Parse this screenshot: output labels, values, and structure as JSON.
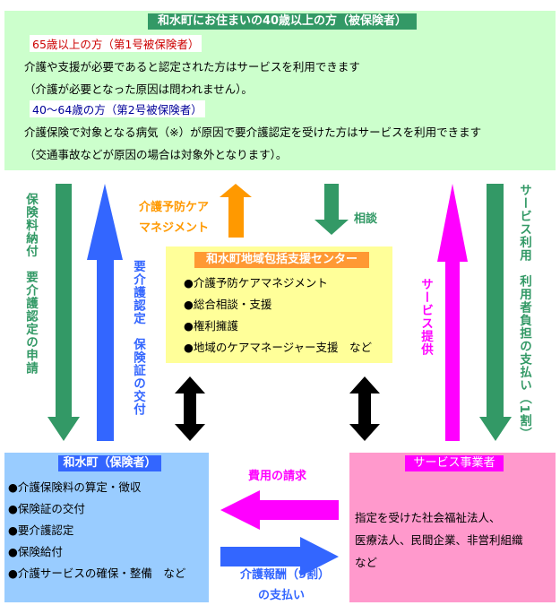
{
  "insured": {
    "title": "和水町にお住まいの40歳以上の方（被保険者）",
    "group1_heading": "65歳以上の方（第1号被保険者）",
    "group1_lines": [
      "介護や支援が必要であると認定された方はサービスを利用できます",
      "（介護が必要となった原因は問われません）。"
    ],
    "group2_heading": "40～64歳の方（第2号被保険者）",
    "group2_lines": [
      "介護保険で対象となる病気（※）が原因で要介護認定を受けた方はサービスを利用できます",
      "（交通事故などが原因の場合は対象外となります）。"
    ]
  },
  "flows": {
    "left_green": "保険料納付　要介護認定の申請",
    "left_blue": "要介護認定　保険証の交付",
    "orange_line1": "介護予防ケア",
    "orange_line2": "マネジメント",
    "consult": "相談",
    "service_provide": "サービス提供",
    "right_green": "サービス利用　利用者負担の支払い（1割）",
    "billing": "費用の請求",
    "payment_line1": "介護報酬（9割）",
    "payment_line2": "の支払い"
  },
  "center": {
    "title": "和水町地域包括支援センター",
    "items": [
      "●介護予防ケアマネジメント",
      "●総合相談・支援",
      "●権利擁護",
      "●地域のケアマネージャー支援　など"
    ]
  },
  "insurer": {
    "title": "和水町（保険者）",
    "items": [
      "●介護保険料の算定・徴収",
      "●保険証の交付",
      "●要介護認定",
      "●保険給付",
      "●介護サービスの確保・整備　など"
    ]
  },
  "provider": {
    "title": "サービス事業者",
    "lines": [
      "指定を受けた社会福祉法人、",
      "医療法人、民間企業、非営利組織",
      "など"
    ]
  },
  "colors": {
    "green_bg": "#ccffcc",
    "green": "#339966",
    "blue": "#3366ff",
    "orange": "#ff9900",
    "magenta": "#ff00ff",
    "yellow_bg": "#ffff99",
    "blue_bg": "#99ccff",
    "pink_bg": "#ff99cc"
  }
}
